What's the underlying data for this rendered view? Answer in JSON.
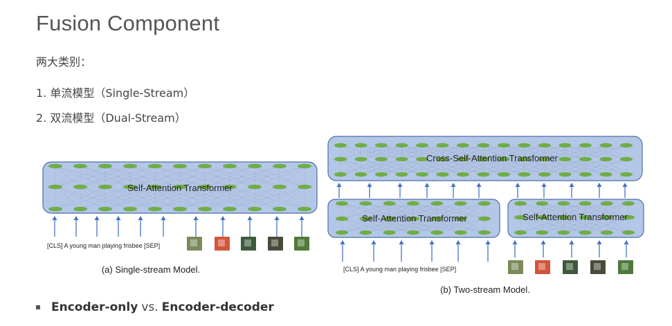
{
  "slide": {
    "title": "Fusion Component",
    "subtitle": "两大类别：",
    "list": [
      {
        "num": "1.",
        "text": "单流模型（Single-Stream）"
      },
      {
        "num": "2.",
        "text": "双流模型（Dual-Stream）"
      }
    ],
    "bullet": {
      "part1": "Encoder-only",
      "vs": "vs.",
      "part2": "Encoder-decoder"
    }
  },
  "diagram": {
    "single_stream": {
      "block_label": "Self-Attention Transformer",
      "text_input": "[CLS] A young man playing frisbee [SEP]",
      "caption": "(a) Single-stream Model."
    },
    "two_stream": {
      "cross_label": "Cross-Self-Attention Transformer",
      "left_label": "Self-Attention Transformer",
      "right_label": "Self-Attention Transformer",
      "text_input": "[CLS] A young man playing frisbee [SEP]",
      "caption": "(b) Two-stream Model."
    },
    "colors": {
      "block_fill": "#b4c7e7",
      "block_stroke": "#4a6fa5",
      "node": "#70ad47",
      "arrow": "#4472c4",
      "lines": "#8a9bb8"
    }
  }
}
